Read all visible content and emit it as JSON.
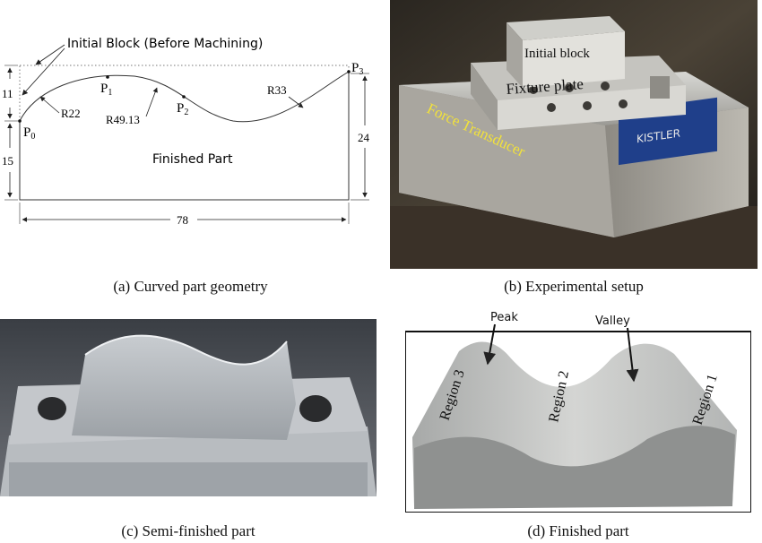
{
  "panel_a": {
    "caption": "(a) Curved part geometry",
    "initial_block_label": "Initial  Block (Before Machining)",
    "finished_part_label": "Finished Part",
    "points": {
      "p0": "P",
      "p0_sub": "0",
      "p1": "P",
      "p1_sub": "1",
      "p2": "P",
      "p2_sub": "2",
      "p3": "P",
      "p3_sub": "3"
    },
    "radii": {
      "r22": "R22",
      "r49": "R49.13",
      "r33": "R33"
    },
    "dims": {
      "d11": "11",
      "d15": "15",
      "d24": "24",
      "d78": "78"
    }
  },
  "panel_b": {
    "caption": "(b) Experimental setup",
    "initial_block": "Initial block",
    "fixture_plate": "Fixture plate",
    "force_transducer": "Force Transducer",
    "brand": "KISTLER"
  },
  "panel_c": {
    "caption": "(c) Semi-finished part"
  },
  "panel_d": {
    "caption": "(d) Finished part",
    "peak": "Peak",
    "valley": "Valley",
    "region3": "Region 3",
    "region2": "Region 2",
    "region1": "Region 1"
  }
}
